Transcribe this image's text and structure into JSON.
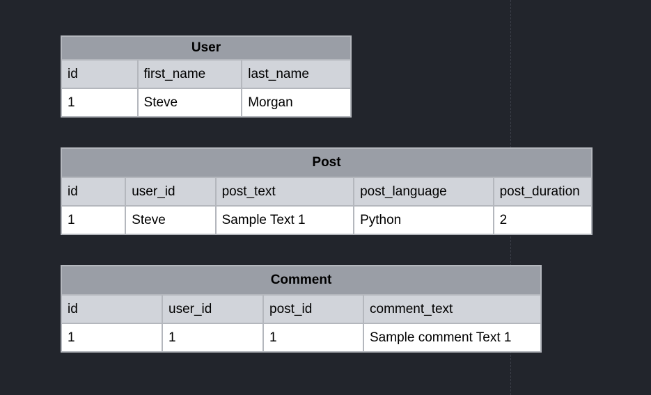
{
  "tables": {
    "user": {
      "title": "User",
      "columns": [
        "id",
        "first_name",
        "last_name"
      ],
      "row": [
        "1",
        "Steve",
        "Morgan"
      ]
    },
    "post": {
      "title": "Post",
      "columns": [
        "id",
        "user_id",
        "post_text",
        "post_language",
        "post_duration"
      ],
      "row": [
        "1",
        "Steve",
        "Sample Text 1",
        "Python",
        "2"
      ]
    },
    "comment": {
      "title": "Comment",
      "columns": [
        "id",
        "user_id",
        "post_id",
        "comment_text"
      ],
      "row": [
        "1",
        "1",
        "1",
        "Sample comment Text 1"
      ]
    }
  }
}
